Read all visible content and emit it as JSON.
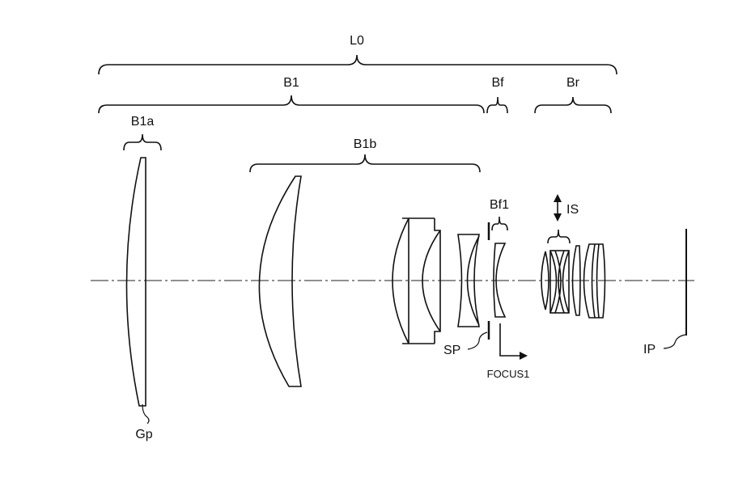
{
  "labels": {
    "L0": "L0",
    "B1": "B1",
    "Bf": "Bf",
    "Br": "Br",
    "B1a": "B1a",
    "B1b": "B1b",
    "Bf1": "Bf1",
    "IS": "IS",
    "SP": "SP",
    "FOCUS1": "FOCUS1",
    "IP": "IP",
    "Gp": "Gp"
  },
  "colors": {
    "line": "#111111",
    "background": "#ffffff"
  }
}
